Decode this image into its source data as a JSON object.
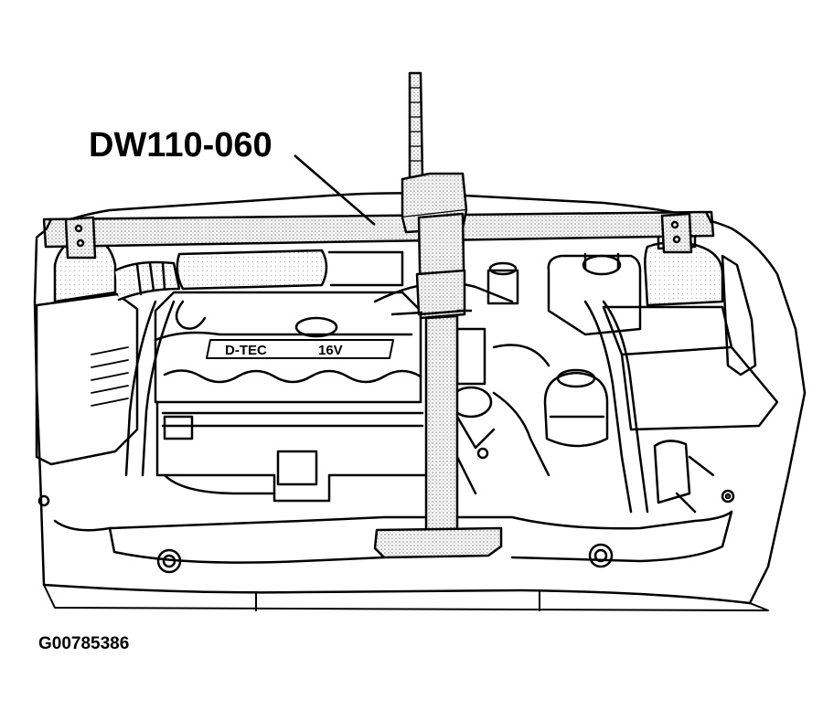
{
  "figure": {
    "callout_label": "DW110-060",
    "figure_id": "G00785386",
    "engine_badge_left": "D-TEC",
    "engine_badge_right": "16V"
  },
  "colors": {
    "line": "#000000",
    "stipple": "#9a9a9a",
    "background": "#ffffff"
  },
  "icons": [
    "engine-bay-illustration",
    "engine-support-fixture",
    "leader-line"
  ]
}
